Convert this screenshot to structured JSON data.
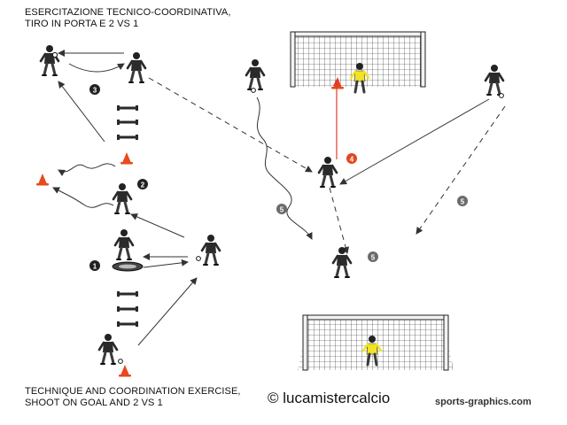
{
  "title_it": {
    "line1": "ESERCITAZIONE TECNICO-COORDINATIVA,",
    "line2": "TIRO IN PORTA E 2 VS 1"
  },
  "title_en": {
    "line1": "TECHNIQUE AND COORDINATION EXERCISE,",
    "line2": "SHOOT ON GOAL AND 2 VS 1"
  },
  "copyright": "© lucamistercalcio",
  "brand": "sports-graphics.com",
  "steps": {
    "s1": "1",
    "s2": "2",
    "s3": "3",
    "s4": "4",
    "s5a": "5",
    "s5b": "5",
    "s5c": "5"
  },
  "colors": {
    "cone": "#e8491d",
    "shot_line": "#e23a2a",
    "step_badge": "#222222",
    "step_badge_highlight": "#e2481f",
    "step5_badge": "#6b6b6b",
    "keeper_shirt": "#f2e424"
  }
}
